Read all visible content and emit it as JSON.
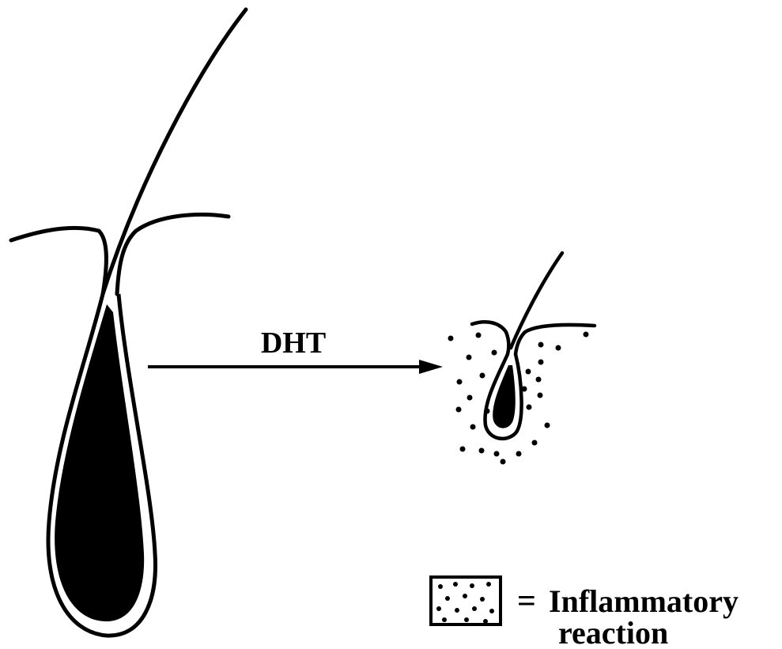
{
  "arrow": {
    "label": "DHT"
  },
  "legend": {
    "equals": "=",
    "line1": "Inflammatory",
    "line2": "reaction"
  },
  "colors": {
    "ink": "#000000",
    "background": "#ffffff"
  }
}
